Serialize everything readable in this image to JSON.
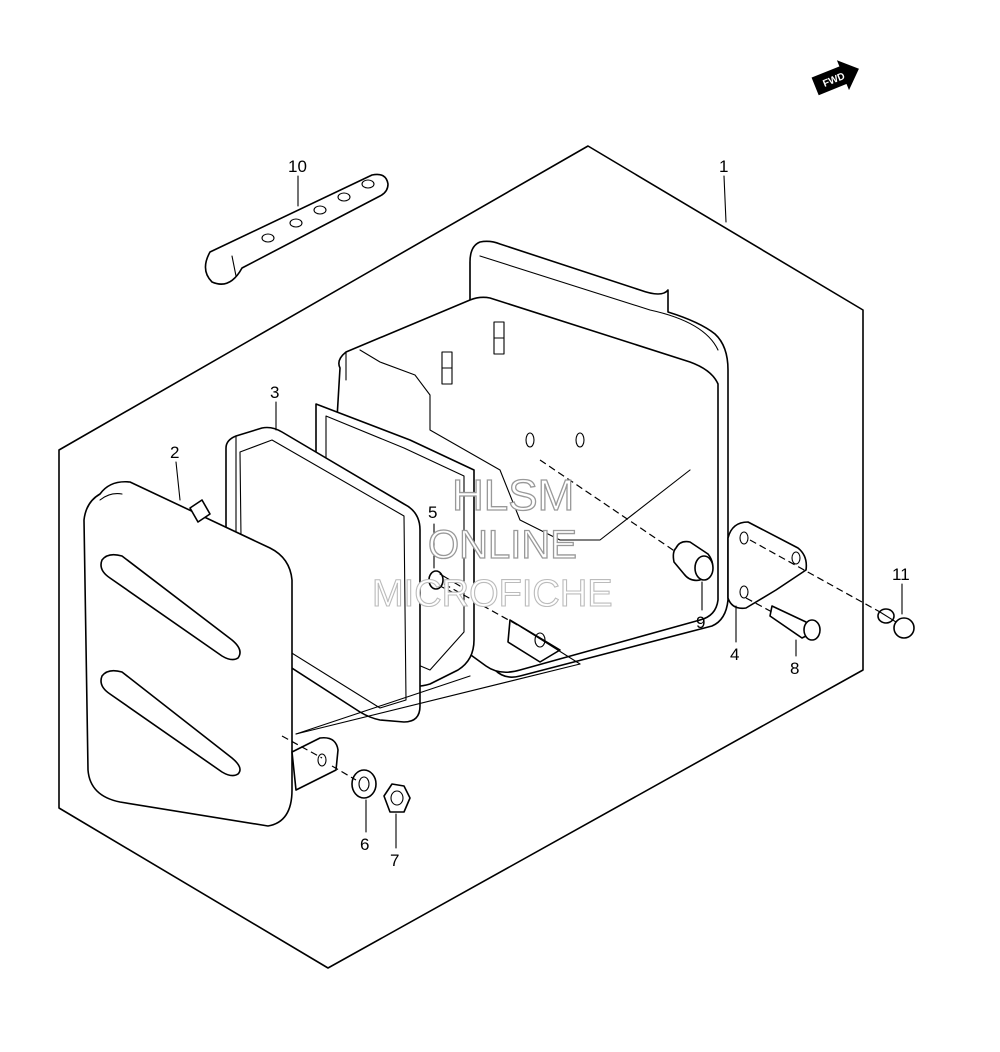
{
  "diagram": {
    "callouts": [
      {
        "id": "1",
        "label": "1"
      },
      {
        "id": "2",
        "label": "2"
      },
      {
        "id": "3",
        "label": "3"
      },
      {
        "id": "4",
        "label": "4"
      },
      {
        "id": "5",
        "label": "5"
      },
      {
        "id": "6",
        "label": "6"
      },
      {
        "id": "7",
        "label": "7"
      },
      {
        "id": "8",
        "label": "8"
      },
      {
        "id": "9",
        "label": "9"
      },
      {
        "id": "10",
        "label": "10"
      },
      {
        "id": "11",
        "label": "11"
      }
    ],
    "fwd_label": "FWD",
    "watermark": {
      "line1": "HLSM",
      "line2": "ONLINE",
      "line3": "MICROFICHE"
    }
  }
}
